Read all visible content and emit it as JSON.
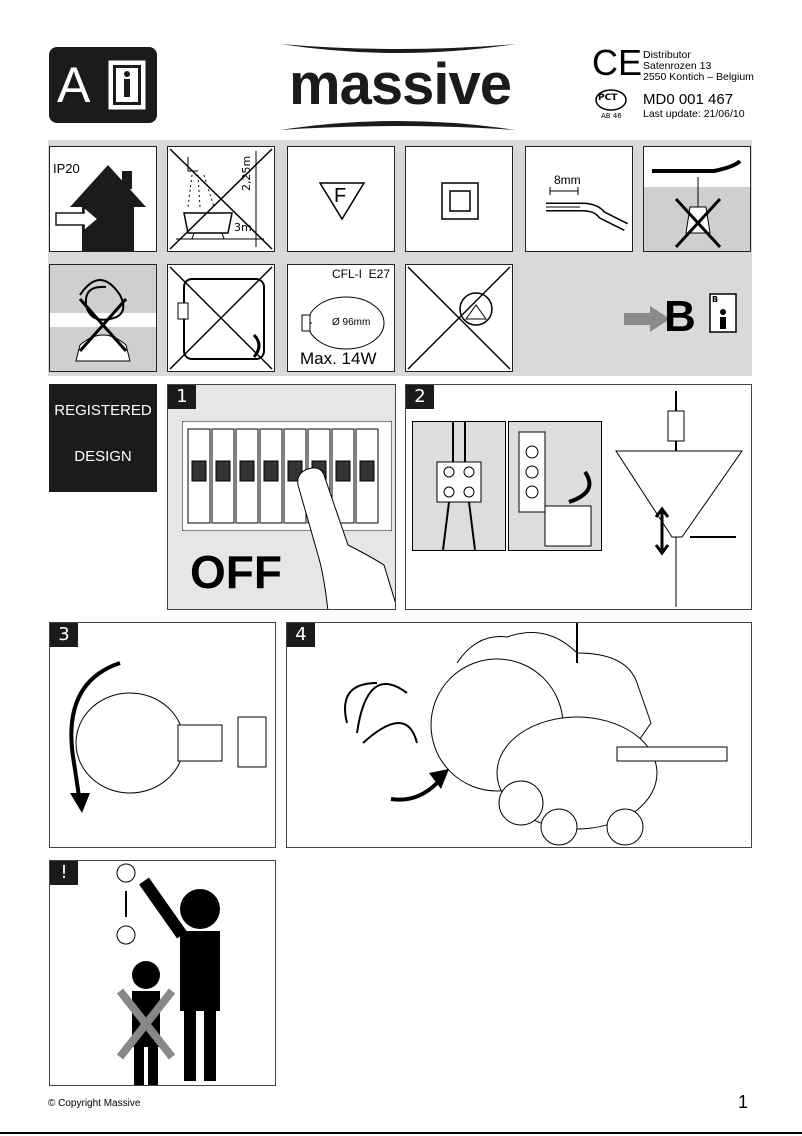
{
  "header": {
    "section_letter": "A",
    "brand": "massive",
    "ce_mark": "CE",
    "distributor": [
      "Distributor",
      "Satenrozen 13",
      "2550 Kontich – Belgium"
    ],
    "pct_mark": "PCT",
    "pct_code": "AB 46",
    "model": "MD0 001 467",
    "last_update": "Last update: 21/06/10"
  },
  "symbols": {
    "ip": "IP20",
    "distance_height": "2,25m",
    "distance_width": "3m",
    "f_mark": "F",
    "wire_strip": "8mm",
    "bulb_type": "CFL-I  E27",
    "bulb_diameter": "Ø 96mm",
    "max_power": "Max. 14W",
    "next_section": "B",
    "next_booklet_letter": "B"
  },
  "steps": {
    "registered_line1": "REGISTERED",
    "registered_line2": "DESIGN",
    "step1": "1",
    "off": "OFF",
    "step2": "2",
    "step3": "3",
    "step4": "4",
    "warning": "!"
  },
  "footer": {
    "copyright": "© Copyright Massive",
    "page": "1"
  }
}
